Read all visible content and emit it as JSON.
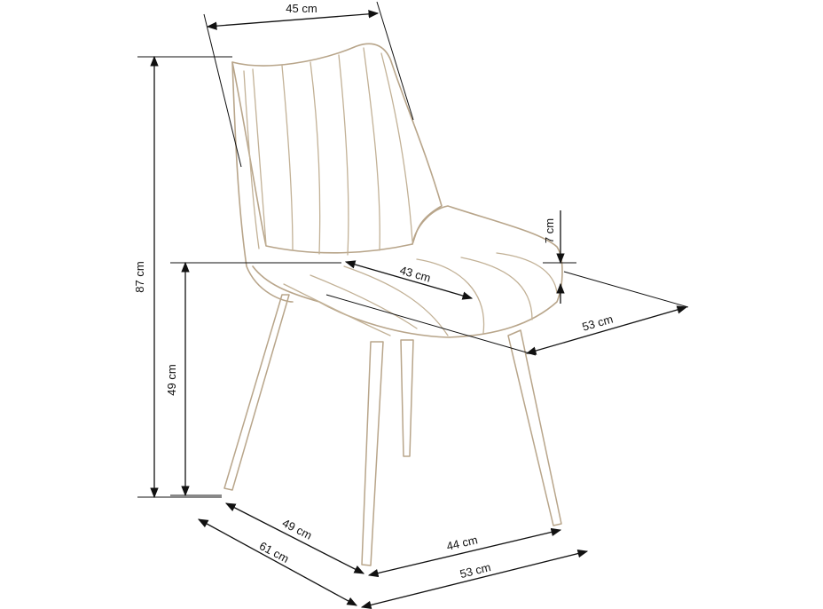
{
  "dimensions": {
    "back_width": "45 cm",
    "total_height": "87 cm",
    "seat_height": "49 cm",
    "seat_depth": "43 cm",
    "cushion_thickness": "7 cm",
    "seat_width": "53 cm",
    "base_depth_inner": "49 cm",
    "base_depth_outer": "61 cm",
    "base_width_inner": "44 cm",
    "base_width_outer": "53 cm"
  },
  "colors": {
    "outline": "#b8a58a",
    "dimension_lines": "#111111",
    "background": "#ffffff"
  }
}
